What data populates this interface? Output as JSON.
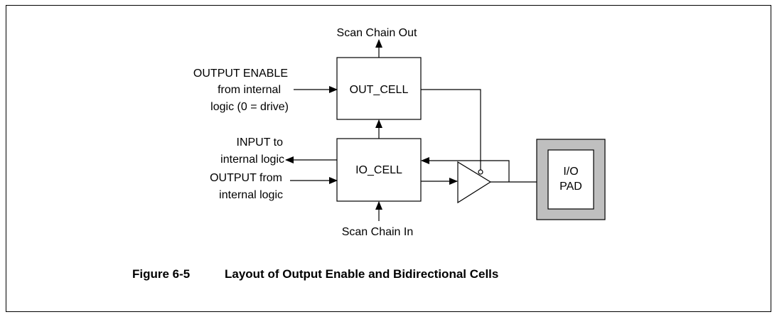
{
  "blocks": {
    "out_cell": "OUT_CELL",
    "io_cell": "IO_CELL",
    "pad_line1": "I/O",
    "pad_line2": "PAD"
  },
  "signals": {
    "scan_chain_out": "Scan Chain Out",
    "scan_chain_in": "Scan Chain In",
    "output_enable_line1": "OUTPUT ENABLE",
    "output_enable_line2": "from internal",
    "output_enable_line3": "logic (0 = drive)",
    "input_line1": "INPUT to",
    "input_line2": "internal logic",
    "output_line1": "OUTPUT from",
    "output_line2": "internal logic"
  },
  "caption": {
    "number": "Figure 6-5",
    "title": "Layout of Output Enable and Bidirectional Cells"
  },
  "colors": {
    "pad_frame": "#bfbfbf",
    "line": "#000000"
  }
}
